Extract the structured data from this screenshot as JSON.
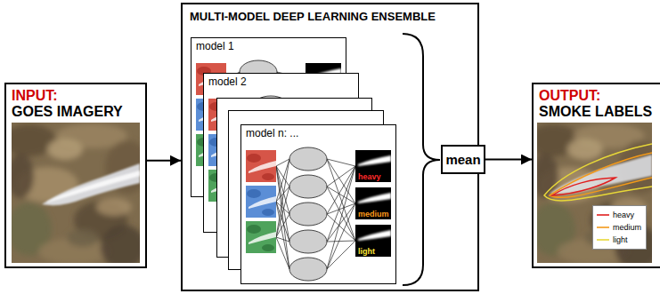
{
  "diagram": {
    "nodes": [
      {
        "text": [
          "INPUT:",
          "GOES IMAGERY"
        ]
      },
      {
        "text": [
          "MULTI-MODEL DEEP LEARNING ENSEMBLE"
        ]
      },
      {
        "text": [
          "model 1"
        ],
        "in": 1
      },
      {
        "text": [
          "model 2"
        ],
        "in": 1
      },
      {
        "text": [
          "model n: ..."
        ],
        "in": 1
      },
      {
        "text": [
          "mean"
        ]
      },
      {
        "text": [
          "OUTPUT:",
          "SMOKE LABELS"
        ]
      }
    ],
    "edges": [
      {
        "from": 0,
        "to": 1,
        "arrow": "to"
      },
      {
        "from": 5,
        "to": 6,
        "arrow": "to"
      }
    ],
    "labels": [
      "heavy",
      "medium",
      "light"
    ],
    "legend": [
      {
        "text": "heavy"
      },
      {
        "text": "medium"
      },
      {
        "text": "light"
      }
    ]
  }
}
